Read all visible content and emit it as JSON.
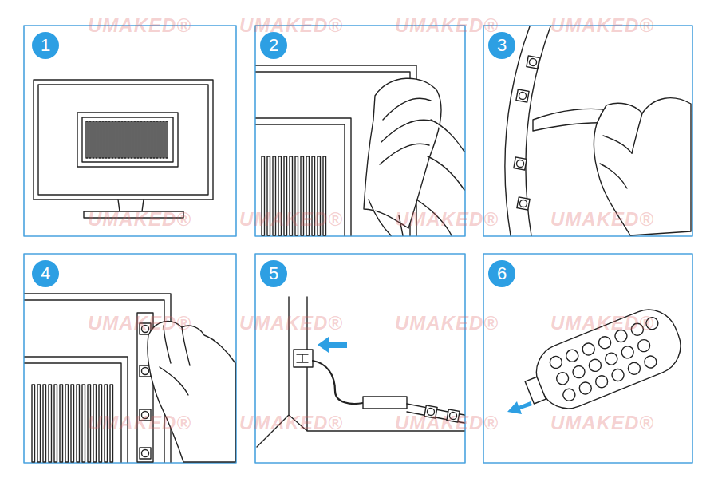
{
  "diagram": {
    "nodes": [
      {
        "text": [
          "1"
        ]
      },
      {
        "text": [
          "2"
        ]
      },
      {
        "text": [
          "3"
        ]
      },
      {
        "text": [
          "4"
        ]
      },
      {
        "text": [
          "5"
        ]
      },
      {
        "text": [
          "6"
        ]
      }
    ],
    "labels": [
      "UMAKED®",
      "UMAKED®",
      "UMAKED®",
      "UMAKED®",
      "UMAKED®",
      "UMAKED®",
      "UMAKED®",
      "UMAKED®",
      "UMAKED®",
      "UMAKED®",
      "UMAKED®",
      "UMAKED®",
      "UMAKED®",
      "UMAKED®",
      "UMAKED®",
      "UMAKED®"
    ]
  }
}
